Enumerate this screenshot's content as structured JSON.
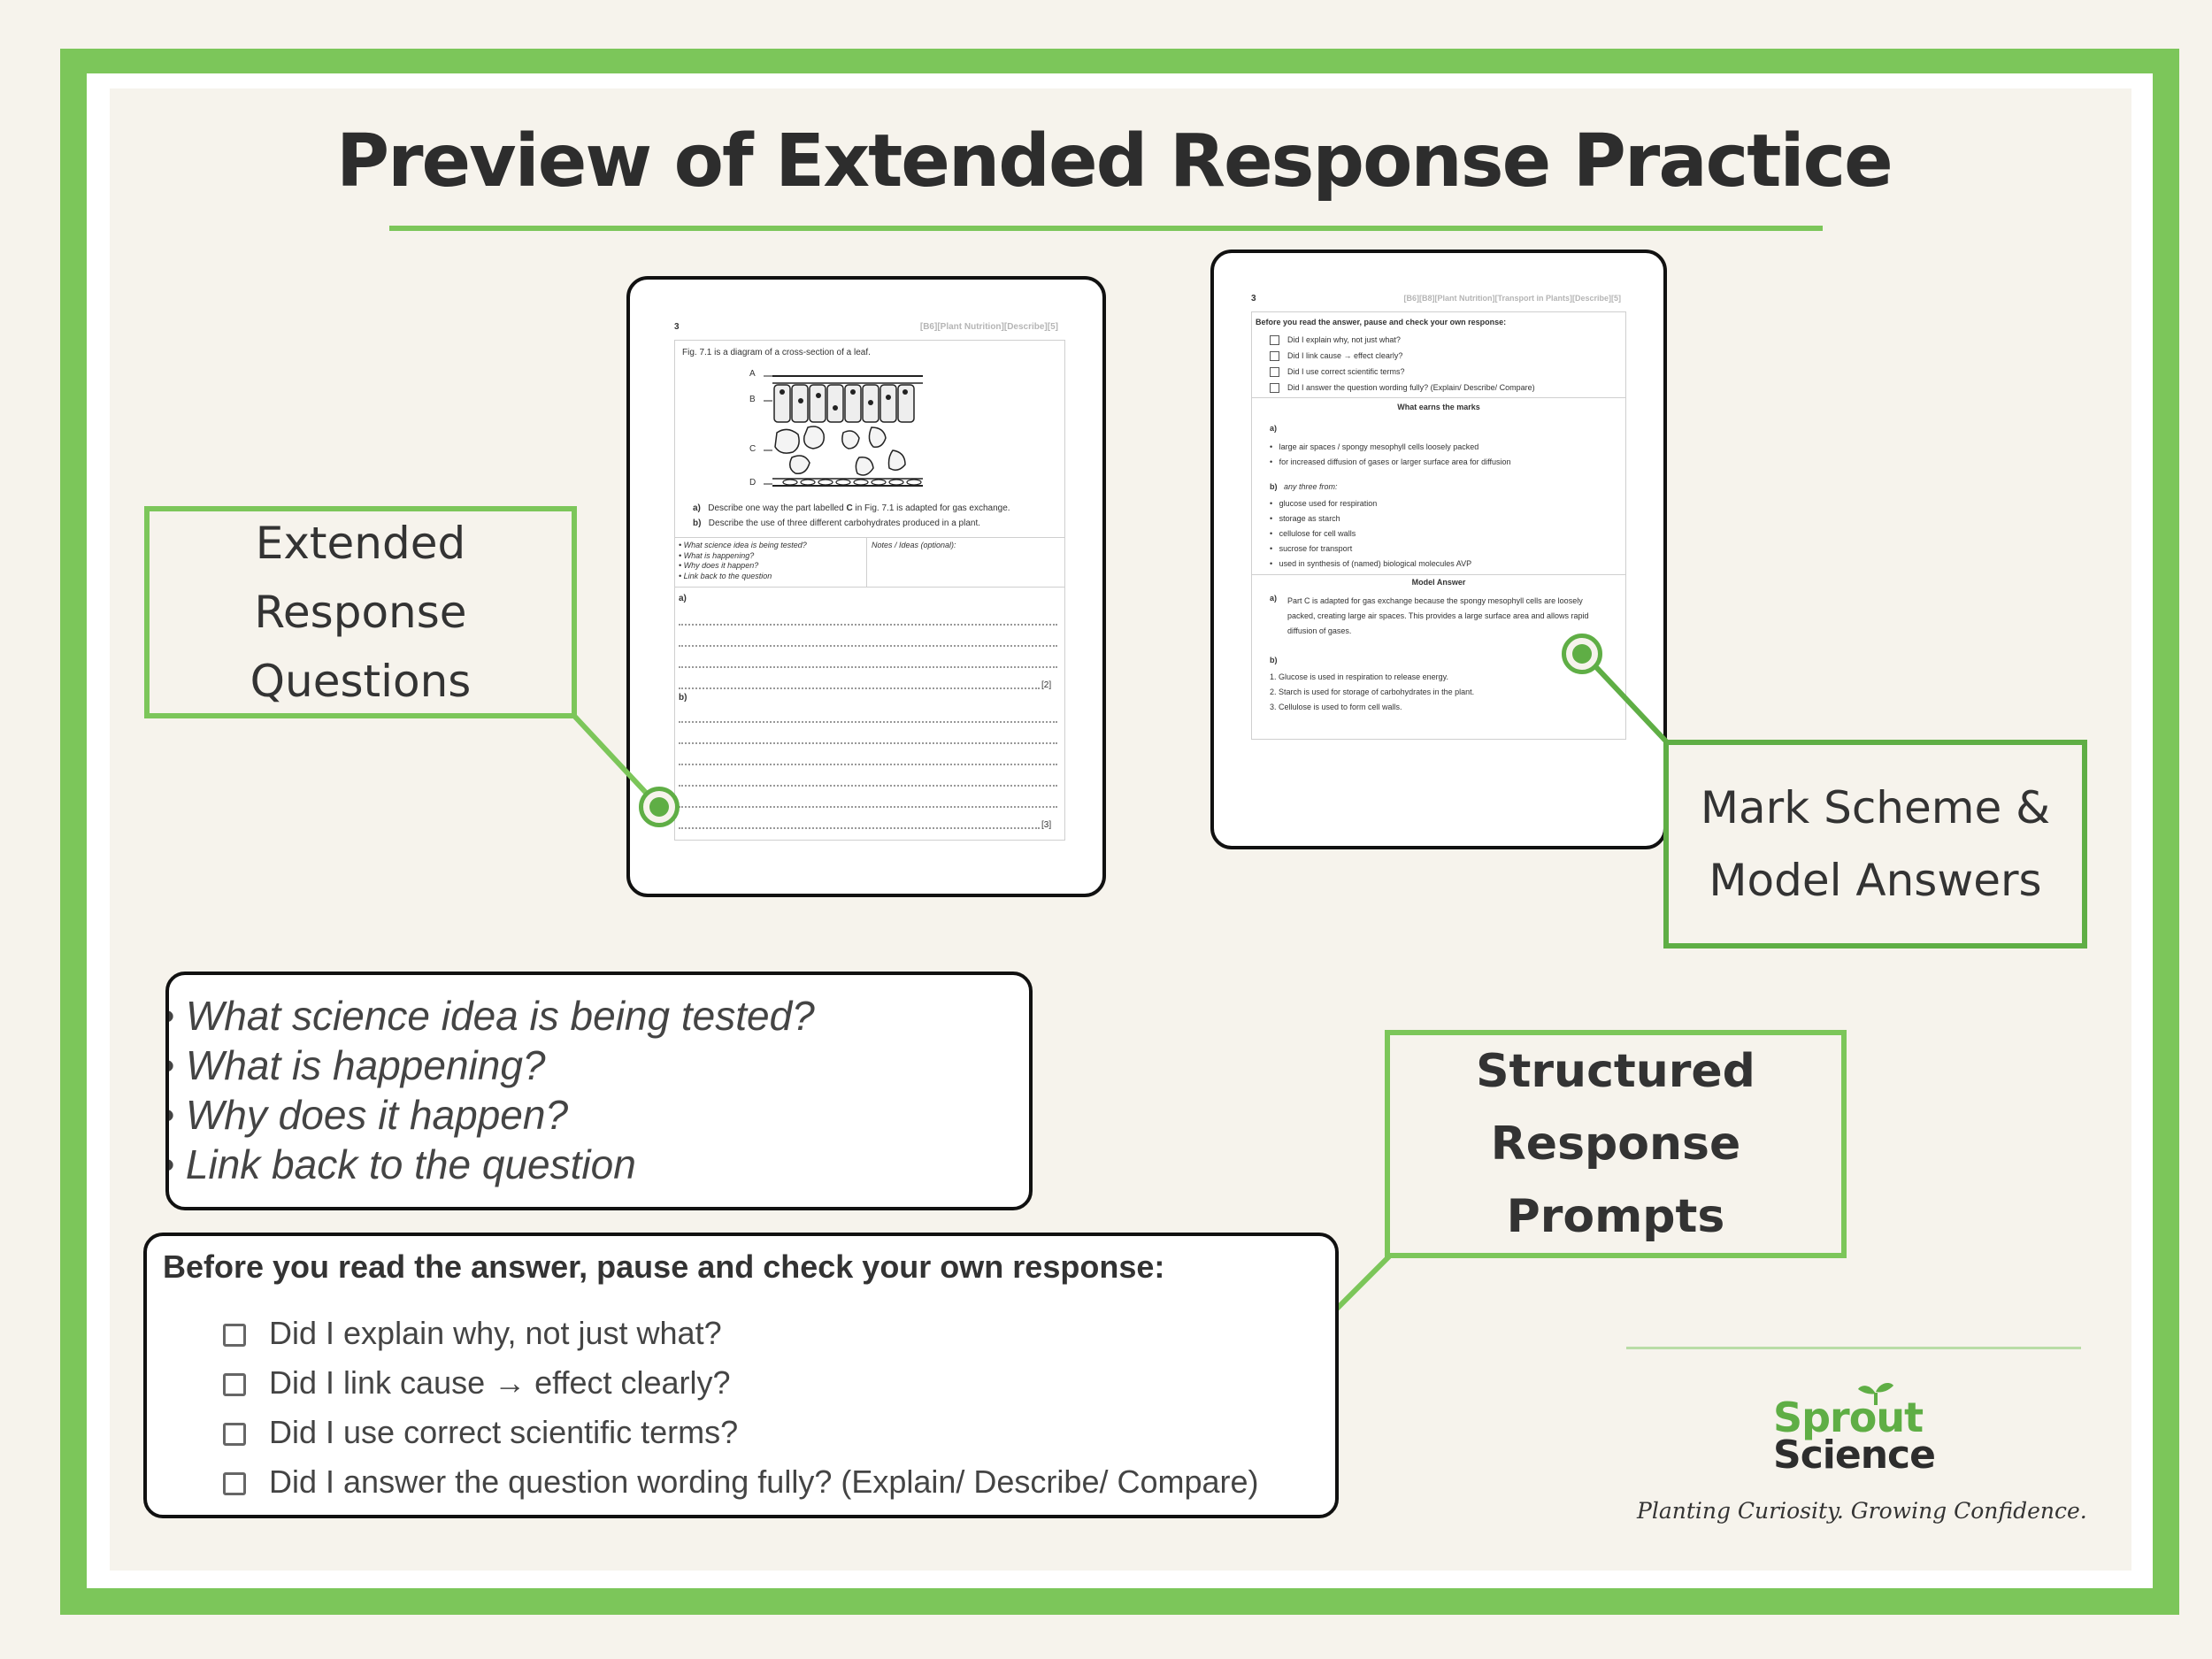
{
  "colors": {
    "border_green": "#7cc65a",
    "accent_green": "#5fae45",
    "text_dark": "#2d2d2d",
    "background": "#f6f3ec"
  },
  "page_title": "Preview of Extended Response Practice",
  "callouts": {
    "questions": "Extended Response Questions",
    "mark_scheme": "Mark Scheme & Model Answers",
    "prompts": "Structured Response Prompts"
  },
  "question_sheet": {
    "number": "3",
    "tags": "[B6][Plant Nutrition][Describe][5]",
    "figure_caption": "Fig. 7.1 is a diagram of a cross-section of a leaf.",
    "figure_labels": [
      "A",
      "B",
      "C",
      "D"
    ],
    "questions": [
      {
        "label": "a)",
        "pre": "Describe one way the part labelled ",
        "bold": "C",
        "post": " in Fig. 7.1 is adapted for gas exchange."
      },
      {
        "label": "b)",
        "text": "Describe the use of three different carbohydrates produced in a plant."
      }
    ],
    "prompts": [
      "• What science idea is being tested?",
      "• What is happening?",
      "• Why does it happen?",
      "• Link back to the question"
    ],
    "notes_label": "Notes / Ideas (optional):",
    "answer_a_label": "a)",
    "answer_a_marks": "[2]",
    "answer_b_label": "b)",
    "answer_b_marks": "[3]"
  },
  "mark_sheet": {
    "number": "3",
    "tags": "[B6][B8][Plant Nutrition][Transport in Plants][Describe][5]",
    "checklist_title": "Before you read the answer, pause and check your own response:",
    "checklist": [
      "Did I explain why, not just what?",
      "Did I link cause → effect clearly?",
      "Did I use correct scientific terms?",
      "Did I answer the question wording fully? (Explain/ Describe/ Compare)"
    ],
    "marks_title": "What earns the marks",
    "part_a_label": "a)",
    "part_a": [
      "large air spaces / spongy mesophyll cells loosely packed",
      "for increased diffusion of gases or larger surface area for diffusion"
    ],
    "part_b_label": "b)",
    "part_b_intro": "any three from:",
    "part_b": [
      "glucose used for respiration",
      "storage as starch",
      "cellulose for cell walls",
      "sucrose for transport",
      "used in synthesis of (named) biological molecules AVP"
    ],
    "model_title": "Model Answer",
    "model_a_label": "a)",
    "model_a": "Part C is adapted for gas exchange because the spongy mesophyll cells are loosely packed, creating large air spaces. This provides a large surface area and allows rapid diffusion of gases.",
    "model_b_label": "b)",
    "model_b": [
      "1.  Glucose is used in respiration to release energy.",
      "2.  Starch is used for storage of carbohydrates in the plant.",
      "3.  Cellulose is used to form cell walls."
    ]
  },
  "prompt_box": {
    "lines": [
      "• What science idea is being tested?",
      "• What is happening?",
      "• Why does it happen?",
      "• Link back to the question"
    ]
  },
  "checklist_box": {
    "title": "Before you read the answer, pause and check your own response:",
    "items": [
      "Did I explain why, not just what?",
      "Did I link cause → effect clearly?",
      "Did I use correct scientific terms?",
      "Did I answer the question wording fully? (Explain/ Describe/ Compare)"
    ]
  },
  "brand": {
    "logo_line1": "Sprout",
    "logo_line2": "Science",
    "tagline": "Planting Curiosity. Growing Confidence."
  }
}
